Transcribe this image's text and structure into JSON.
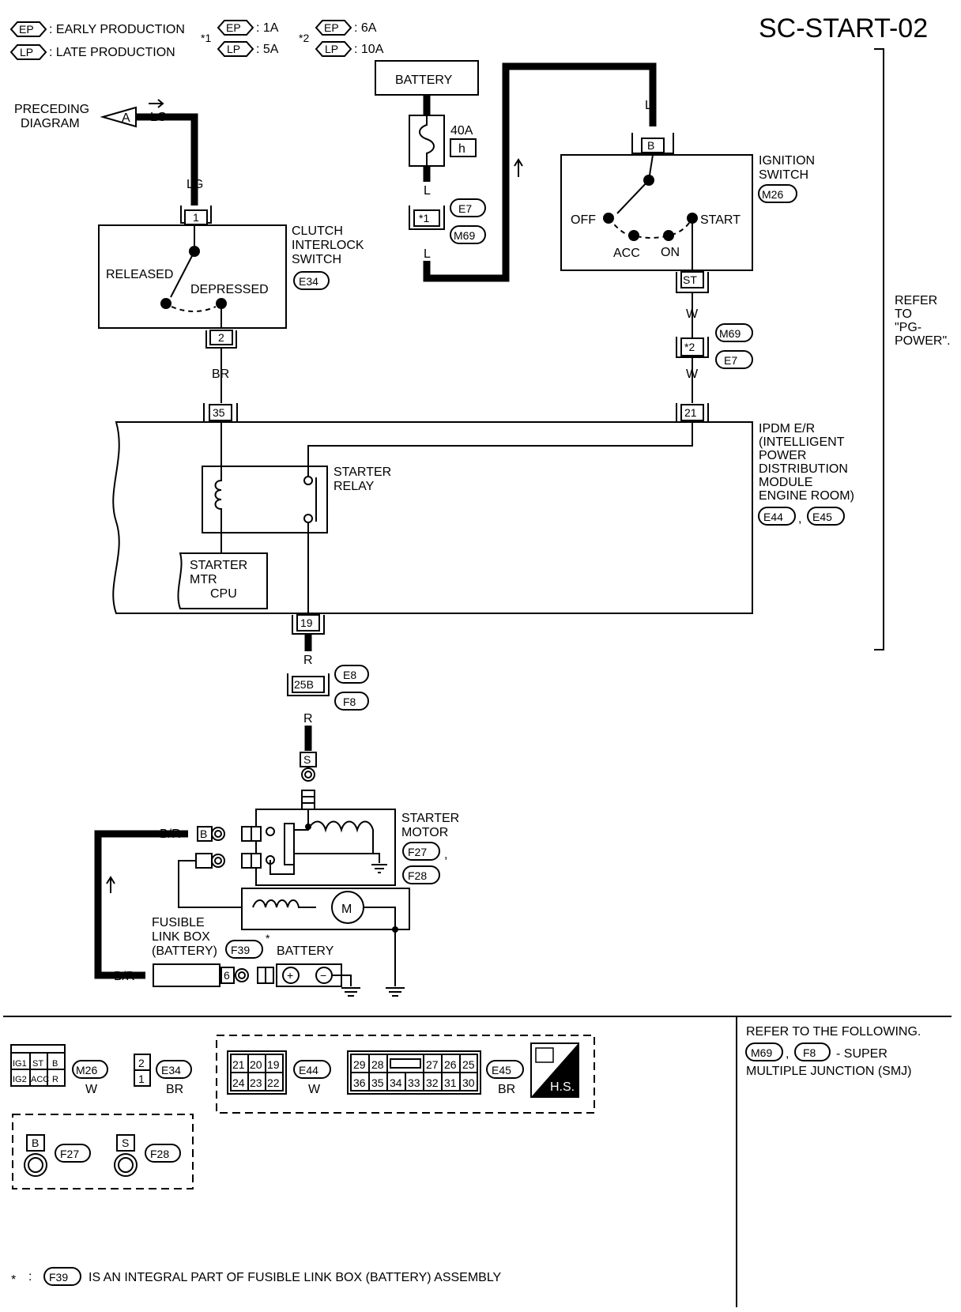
{
  "title": "SC-START-02",
  "legend": {
    "ep_tag": "EP",
    "lp_tag": "LP",
    "ep_text": ": EARLY PRODUCTION",
    "lp_text": ": LATE PRODUCTION",
    "note1_mark": "*1",
    "note1_ep": ": 1A",
    "note1_lp": ": 5A",
    "note2_mark": "*2",
    "note2_ep": ": 6A",
    "note2_lp": ": 10A"
  },
  "preceding": {
    "line1": "PRECEDING",
    "line2": "DIAGRAM",
    "tag": "A",
    "wire": "LG"
  },
  "battery_top": {
    "label": "BATTERY",
    "fuse_amp": "40A",
    "fuse_id": "h",
    "wire_l": "L",
    "conn_mark": "*1",
    "conn_e": "E7",
    "conn_m": "M69"
  },
  "ignition": {
    "line1": "IGNITION",
    "line2": "SWITCH",
    "conn": "M26",
    "pin_in": "B",
    "pin_out": "ST",
    "wire_in": "L",
    "off": "OFF",
    "acc": "ACC",
    "on": "ON",
    "start": "START"
  },
  "clutch": {
    "line1": "CLUTCH",
    "line2": "INTERLOCK",
    "line3": "SWITCH",
    "conn": "E34",
    "pin_top": "1",
    "pin_bottom": "2",
    "released": "RELEASED",
    "depressed": "DEPRESSED",
    "wire_top": "LG",
    "wire_bottom": "BR"
  },
  "joint2": {
    "mark": "*2",
    "conn_m": "M69",
    "conn_e": "E7",
    "wire": "W"
  },
  "refer_pg": {
    "l1": "REFER",
    "l2": "TO",
    "l3": "\"PG-",
    "l4": "POWER\"."
  },
  "ipdm": {
    "l1": "IPDM E/R",
    "l2": "(INTELLIGENT",
    "l3": "POWER",
    "l4": "DISTRIBUTION",
    "l5": "MODULE",
    "l6": "ENGINE ROOM)",
    "conn_a": "E44",
    "comma": ",",
    "conn_b": "E45",
    "pin_br": "35",
    "pin_w": "21",
    "pin_out": "19",
    "relay_l1": "STARTER",
    "relay_l2": "RELAY",
    "cpu_l1": "STARTER",
    "cpu_l2": "MTR",
    "cpu_l3": "CPU"
  },
  "lower": {
    "wire_r": "R",
    "smj_pin": "25B",
    "conn_e8": "E8",
    "conn_f8": "F8",
    "s_pin": "S",
    "starter_l1": "STARTER",
    "starter_l2": "MOTOR",
    "conn_f27": "F27",
    "conn_f28": "F28",
    "comma": ",",
    "motor_m": "M",
    "b_pin": "B",
    "wire_br": "B/R",
    "fuse_l1": "FUSIBLE",
    "fuse_l2": "LINK BOX",
    "fuse_l3": "(BATTERY)",
    "conn_f39": "F39",
    "star": "*",
    "pin6": "6",
    "battery": "BATTERY",
    "plus": "+",
    "minus": "−"
  },
  "connectors": {
    "m26_top": [
      "IG1",
      "ST",
      "B"
    ],
    "m26_bottom": [
      "IG2",
      "ACC",
      "R"
    ],
    "m26_id": "M26",
    "m26_color": "W",
    "e34_pins": [
      "2",
      "1"
    ],
    "e34_id": "E34",
    "e34_color": "BR",
    "e44_top": [
      "21",
      "20",
      "19"
    ],
    "e44_bottom": [
      "24",
      "23",
      "22"
    ],
    "e44_id": "E44",
    "e44_color": "W",
    "e45_top_left": [
      "29",
      "28"
    ],
    "e45_top_right": [
      "27",
      "26",
      "25"
    ],
    "e45_bottom": [
      "36",
      "35",
      "34",
      "33",
      "32",
      "31",
      "30"
    ],
    "e45_id": "E45",
    "e45_color": "BR",
    "hs": "H.S.",
    "f27_pin": "B",
    "f27_id": "F27",
    "f28_pin": "S",
    "f28_id": "F28"
  },
  "refer_following": {
    "line1": "REFER TO THE FOLLOWING.",
    "conn_a": "M69",
    "sep": ",",
    "conn_b": "F8",
    "suffix": "- SUPER",
    "line3": "MULTIPLE JUNCTION (SMJ)"
  },
  "footnote": {
    "star": "*",
    "colon": ":",
    "conn": "F39",
    "text": "IS AN INTEGRAL PART OF FUSIBLE LINK BOX (BATTERY) ASSEMBLY"
  }
}
